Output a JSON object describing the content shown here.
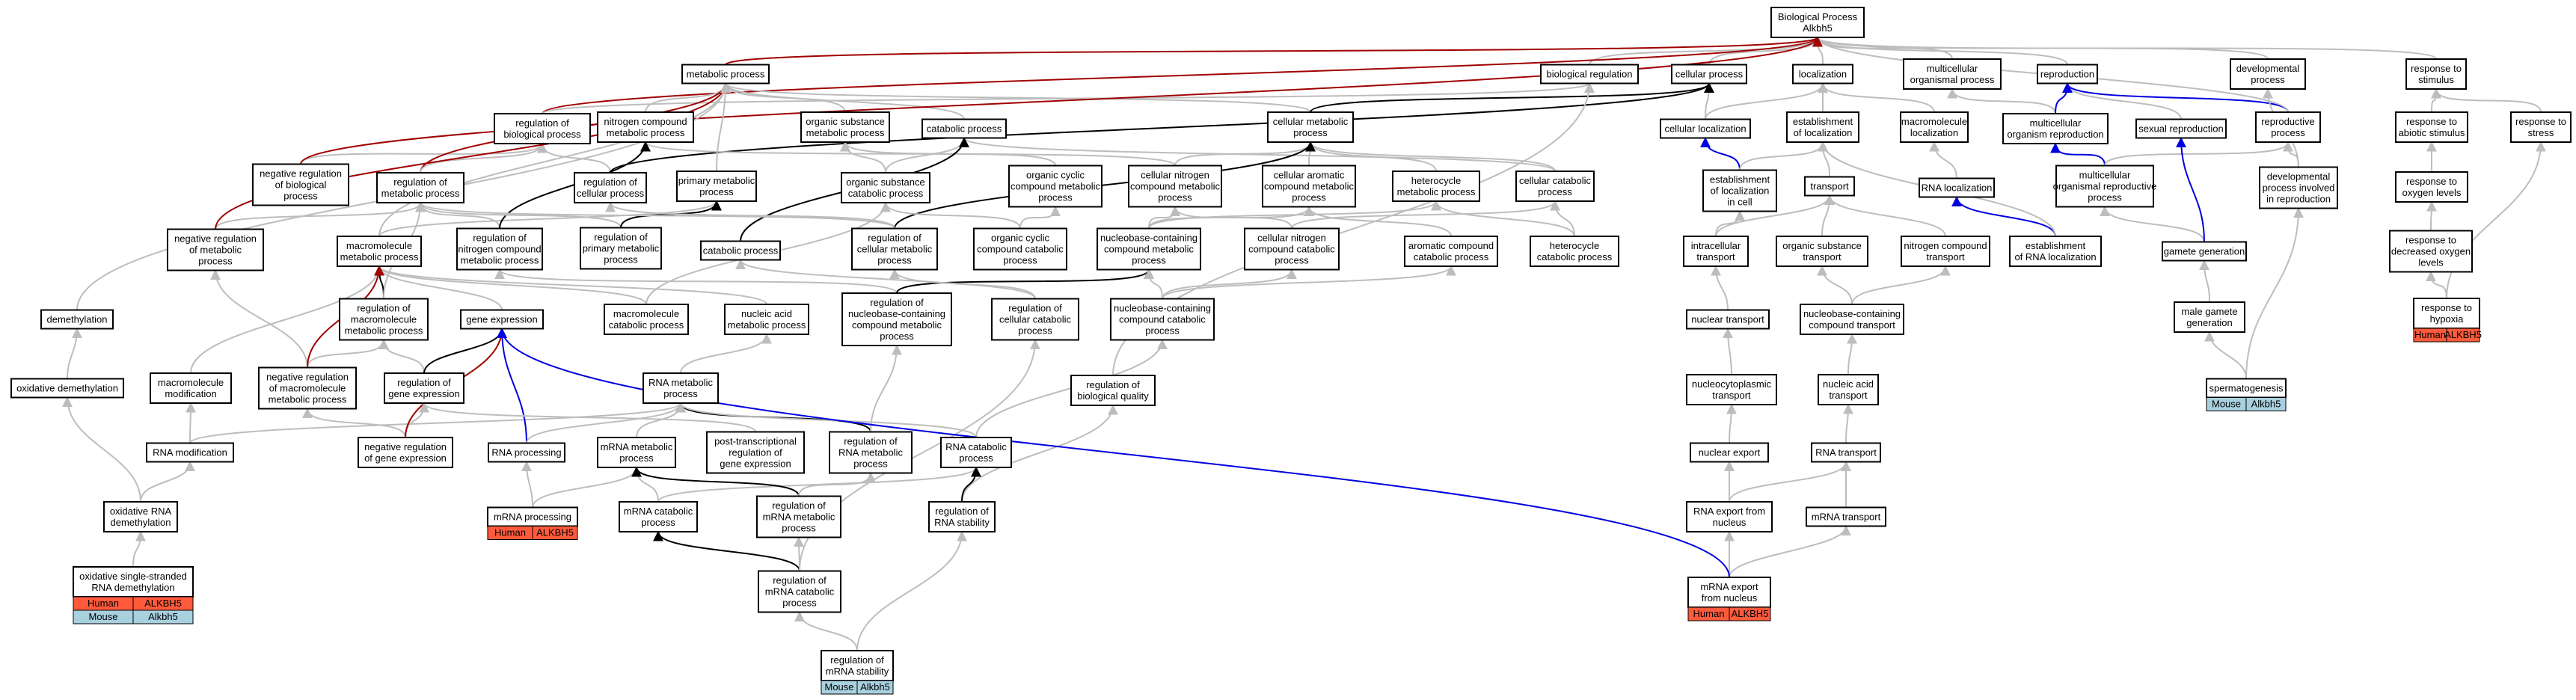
{
  "colors": {
    "gray": "#bdbdbd",
    "black": "#000000",
    "red": "#a00000",
    "blue": "#0000e0",
    "human": "#ff5a3c",
    "mouse": "#a8d0df"
  },
  "nodes": {
    "root": "Biological Process\nAlkbh5",
    "metabolic": "metabolic process",
    "bioreg": "biological regulation",
    "cellular": "cellular process",
    "localization": "localization",
    "multiorg": "multicellular\norganismal process",
    "reproduction": "reproduction",
    "developmental": "developmental\nprocess",
    "respstim": "response to\nstimulus",
    "regbio": "regulation of\nbiological process",
    "nitrogen": "nitrogen compound\nmetabolic process",
    "organicsub": "organic substance\nmetabolic process",
    "catabolic": "catabolic process",
    "cellmet": "cellular metabolic\nprocess",
    "cellloc": "cellular localization",
    "estloc": "establishment\nof localization",
    "macroloc": "macromolecule\nlocalization",
    "multirepro": "multicellular\norganism reproduction",
    "sexrepro": "sexual reproduction",
    "reproproc": "reproductive\nprocess",
    "respabio": "response to\nabiotic stimulus",
    "respstress": "response to\nstress",
    "negregbio": "negative regulation\nof biological\nprocess",
    "regmet": "regulation of\nmetabolic process",
    "regcell": "regulation of\ncellular process",
    "primary": "primary metabolic\nprocess",
    "orgsubcat": "organic substance\ncatabolic process",
    "orgcyclic": "organic cyclic\ncompound metabolic\nprocess",
    "cellnitro": "cellular nitrogen\ncompound metabolic\nprocess",
    "cellarom": "cellular aromatic\ncompound metabolic\nprocess",
    "heterometab": "heterocycle\nmetabolic process",
    "cellcat": "cellular catabolic\nprocess",
    "estlocincell": "establishment\nof localization\nin cell",
    "transport": "transport",
    "rnaloc": "RNA localization",
    "multirepproc": "multicellular\norganismal reproductive\nprocess",
    "devrepro": "developmental\nprocess involved\nin reproduction",
    "respoxy": "response to\noxygen levels",
    "negregmet": "negative regulation\nof metabolic\nprocess",
    "macromet": "macromolecule\nmetabolic process",
    "regnitro": "regulation of\nnitrogen compound\nmetabolic process",
    "regprimary": "regulation of\nprimary metabolic\nprocess",
    "cellcatab2": "catabolic process",
    "regcellmet": "regulation of\ncellular metabolic\nprocess",
    "orgcyccat": "organic cyclic\ncompound catabolic\nprocess",
    "nucbasemet": "nucleobase-containing\ncompound metabolic\nprocess",
    "cellnitrocat": "cellular nitrogen\ncompound catabolic\nprocess",
    "aromcat": "aromatic compound\ncatabolic process",
    "heterocat": "heterocycle\ncatabolic process",
    "intracell": "intracellular\ntransport",
    "orgsubtrans": "organic substance\ntransport",
    "nitrotrans": "nitrogen compound\ntransport",
    "estrnaloc": "establishment\nof RNA localization",
    "gamete": "gamete generation",
    "respdecoxy": "response to\ndecreased oxygen\nlevels",
    "demeth": "demethylation",
    "regmacromet": "regulation of\nmacromolecule\nmetabolic process",
    "geneexpr": "gene expression",
    "macrocat": "macromolecule\ncatabolic process",
    "nucacidmet": "nucleic acid\nmetabolic process",
    "regnucbase": "regulation of\nnucleobase-containing\ncompound metabolic\nprocess",
    "regcellcat": "regulation of\ncellular catabolic\nprocess",
    "nucbasecat": "nucleobase-containing\ncompound catabolic\nprocess",
    "nuctrans": "nuclear transport",
    "nucbasetrans": "nucleobase-containing\ncompound transport",
    "malegamete": "male gamete\ngeneration",
    "resphypoxia": "response to\nhypoxia",
    "oxdemeth": "oxidative demethylation",
    "macromod": "macromolecule\nmodification",
    "negregmacro": "negative regulation\nof macromolecule\nmetabolic process",
    "reggeneexpr": "regulation of\ngene expression",
    "rnamet": "RNA metabolic\nprocess",
    "regbioqual": "regulation of\nbiological quality",
    "nuccyto": "nucleocytoplasmic\ntransport",
    "nucacidtrans": "nucleic acid\ntransport",
    "spermato": "spermatogenesis",
    "rnamod": "RNA modification",
    "negreggene": "negative regulation\nof gene expression",
    "rnaproc": "RNA processing",
    "mrnamet": "mRNA metabolic\nprocess",
    "posttrans": "post-transcriptional\nregulation of\ngene expression",
    "regrnamet": "regulation of\nRNA metabolic\nprocess",
    "rnacat": "RNA catabolic\nprocess",
    "nucexport": "nuclear export",
    "rnatrans": "RNA transport",
    "oxrnademeth": "oxidative RNA\ndemethylation",
    "mrnaproc": "mRNA processing",
    "mrnacat": "mRNA catabolic\nprocess",
    "regmrnamet": "regulation of\nmRNA metabolic\nprocess",
    "regrnastab": "regulation of\nRNA stability",
    "rnaexport": "RNA export from\nnucleus",
    "mrnatrans": "mRNA transport",
    "oxsingle": "oxidative single-stranded\nRNA demethylation",
    "regmrnacat": "regulation of\nmRNA catabolic\nprocess",
    "mrnaexport": "mRNA export\nfrom nucleus",
    "regmrnastab": "regulation of\nmRNA stability"
  },
  "annotations": {
    "resphypoxia": [
      {
        "org": "Human",
        "gene": "ALKBH5",
        "color": "#ff5a3c"
      }
    ],
    "spermato": [
      {
        "org": "Mouse",
        "gene": "Alkbh5",
        "color": "#a8d0df"
      }
    ],
    "mrnaproc": [
      {
        "org": "Human",
        "gene": "ALKBH5",
        "color": "#ff5a3c"
      }
    ],
    "oxsingle": [
      {
        "org": "Human",
        "gene": "ALKBH5",
        "color": "#ff5a3c"
      },
      {
        "org": "Mouse",
        "gene": "Alkbh5",
        "color": "#a8d0df"
      }
    ],
    "mrnaexport": [
      {
        "org": "Human",
        "gene": "ALKBH5",
        "color": "#ff5a3c"
      }
    ],
    "regmrnastab": [
      {
        "org": "Mouse",
        "gene": "Alkbh5",
        "color": "#a8d0df"
      }
    ]
  },
  "edges": [
    [
      "metabolic",
      "root",
      "red"
    ],
    [
      "bioreg",
      "root",
      "gray"
    ],
    [
      "cellular",
      "root",
      "gray"
    ],
    [
      "localization",
      "root",
      "gray"
    ],
    [
      "multiorg",
      "root",
      "gray"
    ],
    [
      "reproduction",
      "root",
      "gray"
    ],
    [
      "developmental",
      "root",
      "gray"
    ],
    [
      "respstim",
      "root",
      "gray"
    ],
    [
      "regbio",
      "root",
      "red"
    ],
    [
      "regbio",
      "bioreg",
      "gray"
    ],
    [
      "nitrogen",
      "metabolic",
      "gray"
    ],
    [
      "organicsub",
      "metabolic",
      "gray"
    ],
    [
      "catabolic",
      "metabolic",
      "gray"
    ],
    [
      "cellmet",
      "metabolic",
      "gray"
    ],
    [
      "cellmet",
      "cellular",
      "black"
    ],
    [
      "cellloc",
      "cellular",
      "gray"
    ],
    [
      "cellloc",
      "localization",
      "gray"
    ],
    [
      "estloc",
      "localization",
      "gray"
    ],
    [
      "macroloc",
      "localization",
      "gray"
    ],
    [
      "multirepro",
      "multiorg",
      "gray"
    ],
    [
      "multirepro",
      "reproduction",
      "blue"
    ],
    [
      "sexrepro",
      "reproduction",
      "gray"
    ],
    [
      "reproproc",
      "reproduction",
      "blue"
    ],
    [
      "reproproc",
      "root",
      "gray"
    ],
    [
      "respabio",
      "respstim",
      "gray"
    ],
    [
      "respstress",
      "respstim",
      "gray"
    ],
    [
      "negregbio",
      "regbio",
      "gray"
    ],
    [
      "negregbio",
      "root",
      "red"
    ],
    [
      "regmet",
      "metabolic",
      "red"
    ],
    [
      "regmet",
      "regbio",
      "gray"
    ],
    [
      "regcell",
      "regbio",
      "gray"
    ],
    [
      "regcell",
      "cellular",
      "black"
    ],
    [
      "primary",
      "metabolic",
      "gray"
    ],
    [
      "orgsubcat",
      "organicsub",
      "gray"
    ],
    [
      "orgsubcat",
      "catabolic",
      "gray"
    ],
    [
      "orgcyclic",
      "organicsub",
      "gray"
    ],
    [
      "cellnitro",
      "cellmet",
      "gray"
    ],
    [
      "cellnitro",
      "nitrogen",
      "gray"
    ],
    [
      "cellarom",
      "cellmet",
      "gray"
    ],
    [
      "heterometab",
      "cellmet",
      "gray"
    ],
    [
      "cellcat",
      "cellmet",
      "gray"
    ],
    [
      "cellcat",
      "catabolic",
      "gray"
    ],
    [
      "estlocincell",
      "cellloc",
      "blue"
    ],
    [
      "estlocincell",
      "estloc",
      "gray"
    ],
    [
      "transport",
      "estloc",
      "gray"
    ],
    [
      "rnaloc",
      "macroloc",
      "gray"
    ],
    [
      "multirepproc",
      "multirepro",
      "blue"
    ],
    [
      "multirepproc",
      "reproproc",
      "gray"
    ],
    [
      "devrepro",
      "developmental",
      "gray"
    ],
    [
      "devrepro",
      "reproproc",
      "gray"
    ],
    [
      "respoxy",
      "respabio",
      "gray"
    ],
    [
      "negregmet",
      "regmet",
      "gray"
    ],
    [
      "negregmet",
      "metabolic",
      "red"
    ],
    [
      "macromet",
      "metabolic",
      "gray"
    ],
    [
      "macromet",
      "primary",
      "gray"
    ],
    [
      "regnitro",
      "regmet",
      "gray"
    ],
    [
      "regnitro",
      "nitrogen",
      "black"
    ],
    [
      "regprimary",
      "regmet",
      "gray"
    ],
    [
      "regprimary",
      "primary",
      "black"
    ],
    [
      "cellcatab2",
      "catabolic",
      "black"
    ],
    [
      "regcellmet",
      "regmet",
      "gray"
    ],
    [
      "regcellmet",
      "cellmet",
      "black"
    ],
    [
      "regcellmet",
      "regcell",
      "gray"
    ],
    [
      "orgcyccat",
      "orgcyclic",
      "gray"
    ],
    [
      "orgcyccat",
      "orgsubcat",
      "gray"
    ],
    [
      "nucbasemet",
      "cellnitro",
      "gray"
    ],
    [
      "nucbasemet",
      "cellarom",
      "gray"
    ],
    [
      "nucbasemet",
      "heterometab",
      "gray"
    ],
    [
      "cellnitrocat",
      "cellnitro",
      "gray"
    ],
    [
      "cellnitrocat",
      "cellcat",
      "gray"
    ],
    [
      "aromcat",
      "cellarom",
      "gray"
    ],
    [
      "heterocat",
      "heterometab",
      "gray"
    ],
    [
      "heterocat",
      "cellcat",
      "gray"
    ],
    [
      "intracell",
      "estlocincell",
      "gray"
    ],
    [
      "intracell",
      "transport",
      "gray"
    ],
    [
      "orgsubtrans",
      "transport",
      "gray"
    ],
    [
      "nitrotrans",
      "transport",
      "gray"
    ],
    [
      "estrnaloc",
      "rnaloc",
      "blue"
    ],
    [
      "estrnaloc",
      "estloc",
      "gray"
    ],
    [
      "gamete",
      "multirepproc",
      "gray"
    ],
    [
      "gamete",
      "sexrepro",
      "blue"
    ],
    [
      "respdecoxy",
      "respoxy",
      "gray"
    ],
    [
      "demeth",
      "metabolic",
      "gray"
    ],
    [
      "regmacromet",
      "macromet",
      "black"
    ],
    [
      "regmacromet",
      "regmet",
      "gray"
    ],
    [
      "geneexpr",
      "macromet",
      "gray"
    ],
    [
      "macrocat",
      "macromet",
      "gray"
    ],
    [
      "macrocat",
      "orgsubcat",
      "gray"
    ],
    [
      "nucacidmet",
      "macromet",
      "gray"
    ],
    [
      "regnucbase",
      "regnitro",
      "gray"
    ],
    [
      "regnucbase",
      "nucbasemet",
      "black"
    ],
    [
      "regcellcat",
      "regcellmet",
      "gray"
    ],
    [
      "regcellcat",
      "cellcatab2",
      "gray"
    ],
    [
      "nucbasecat",
      "nucbasemet",
      "gray"
    ],
    [
      "nucbasecat",
      "cellnitrocat",
      "gray"
    ],
    [
      "nucbasecat",
      "aromcat",
      "gray"
    ],
    [
      "nuctrans",
      "intracell",
      "gray"
    ],
    [
      "nucbasetrans",
      "orgsubtrans",
      "gray"
    ],
    [
      "nucbasetrans",
      "nitrotrans",
      "gray"
    ],
    [
      "malegamete",
      "gamete",
      "gray"
    ],
    [
      "resphypoxia",
      "respdecoxy",
      "gray"
    ],
    [
      "resphypoxia",
      "respstress",
      "gray"
    ],
    [
      "oxdemeth",
      "demeth",
      "gray"
    ],
    [
      "macromod",
      "macromet",
      "gray"
    ],
    [
      "negregmacro",
      "regmacromet",
      "gray"
    ],
    [
      "negregmacro",
      "negregmet",
      "gray"
    ],
    [
      "negregmacro",
      "macromet",
      "red"
    ],
    [
      "reggeneexpr",
      "regmacromet",
      "gray"
    ],
    [
      "reggeneexpr",
      "geneexpr",
      "black"
    ],
    [
      "rnamet",
      "nucacidmet",
      "gray"
    ],
    [
      "regbioqual",
      "bioreg",
      "gray"
    ],
    [
      "nuccyto",
      "nuctrans",
      "gray"
    ],
    [
      "nucacidtrans",
      "nucbasetrans",
      "gray"
    ],
    [
      "spermato",
      "malegamete",
      "gray"
    ],
    [
      "spermato",
      "devrepro",
      "gray"
    ],
    [
      "rnamod",
      "macromod",
      "gray"
    ],
    [
      "rnamod",
      "rnamet",
      "gray"
    ],
    [
      "negreggene",
      "reggeneexpr",
      "gray"
    ],
    [
      "negreggene",
      "negregmacro",
      "gray"
    ],
    [
      "negreggene",
      "geneexpr",
      "red"
    ],
    [
      "rnaproc",
      "geneexpr",
      "blue"
    ],
    [
      "rnaproc",
      "rnamet",
      "gray"
    ],
    [
      "mrnamet",
      "rnamet",
      "gray"
    ],
    [
      "posttrans",
      "reggeneexpr",
      "gray"
    ],
    [
      "regrnamet",
      "rnamet",
      "black"
    ],
    [
      "regrnamet",
      "regnucbase",
      "gray"
    ],
    [
      "rnacat",
      "rnamet",
      "gray"
    ],
    [
      "rnacat",
      "nucbasecat",
      "gray"
    ],
    [
      "nucexport",
      "nuccyto",
      "gray"
    ],
    [
      "rnatrans",
      "nucacidtrans",
      "gray"
    ],
    [
      "oxrnademeth",
      "oxdemeth",
      "gray"
    ],
    [
      "oxrnademeth",
      "rnamod",
      "gray"
    ],
    [
      "mrnaproc",
      "rnaproc",
      "gray"
    ],
    [
      "mrnaproc",
      "mrnamet",
      "gray"
    ],
    [
      "mrnacat",
      "mrnamet",
      "gray"
    ],
    [
      "mrnacat",
      "rnacat",
      "gray"
    ],
    [
      "regmrnamet",
      "mrnamet",
      "black"
    ],
    [
      "regmrnamet",
      "regrnamet",
      "gray"
    ],
    [
      "regrnastab",
      "regbioqual",
      "gray"
    ],
    [
      "regrnastab",
      "rnacat",
      "black"
    ],
    [
      "rnaexport",
      "nucexport",
      "gray"
    ],
    [
      "rnaexport",
      "rnatrans",
      "gray"
    ],
    [
      "mrnatrans",
      "rnatrans",
      "gray"
    ],
    [
      "oxsingle",
      "oxrnademeth",
      "gray"
    ],
    [
      "regmrnacat",
      "mrnacat",
      "black"
    ],
    [
      "regmrnacat",
      "regmrnamet",
      "gray"
    ],
    [
      "regmrnacat",
      "regcellcat",
      "gray"
    ],
    [
      "mrnaexport",
      "rnaexport",
      "gray"
    ],
    [
      "mrnaexport",
      "mrnatrans",
      "gray"
    ],
    [
      "mrnaexport",
      "geneexpr",
      "blue"
    ],
    [
      "regmrnastab",
      "regrnastab",
      "gray"
    ],
    [
      "regmrnastab",
      "regmrnacat",
      "gray"
    ]
  ]
}
